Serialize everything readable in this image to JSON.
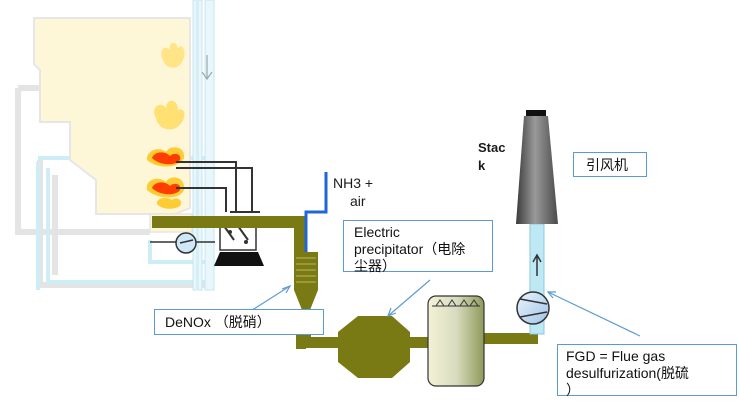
{
  "labels": {
    "stack_line1": "Stac",
    "stack_line2": "k",
    "fan": "引风机",
    "nh3_line1": "NH3 +",
    "nh3_line2": "air",
    "precip_line1": "Electric",
    "precip_line2": "precipitator（电除",
    "precip_line3": "尘器）",
    "denox": "DeNOx （脱硝）",
    "fgd_line1": "FGD = Flue gas",
    "fgd_line2": "desulfurization(脱硫",
    "fgd_line3": "）"
  },
  "colors": {
    "boiler": "#fdf7d8",
    "boiler_outline": "#e2e2e2",
    "duct": "#7a7a14",
    "blue_pipe": "#bfe8f5",
    "nh3_line": "#1f66d6",
    "stack_dark": "#5a5a5a",
    "callout": "#5b9bd5",
    "flame": "#ff7a00"
  }
}
